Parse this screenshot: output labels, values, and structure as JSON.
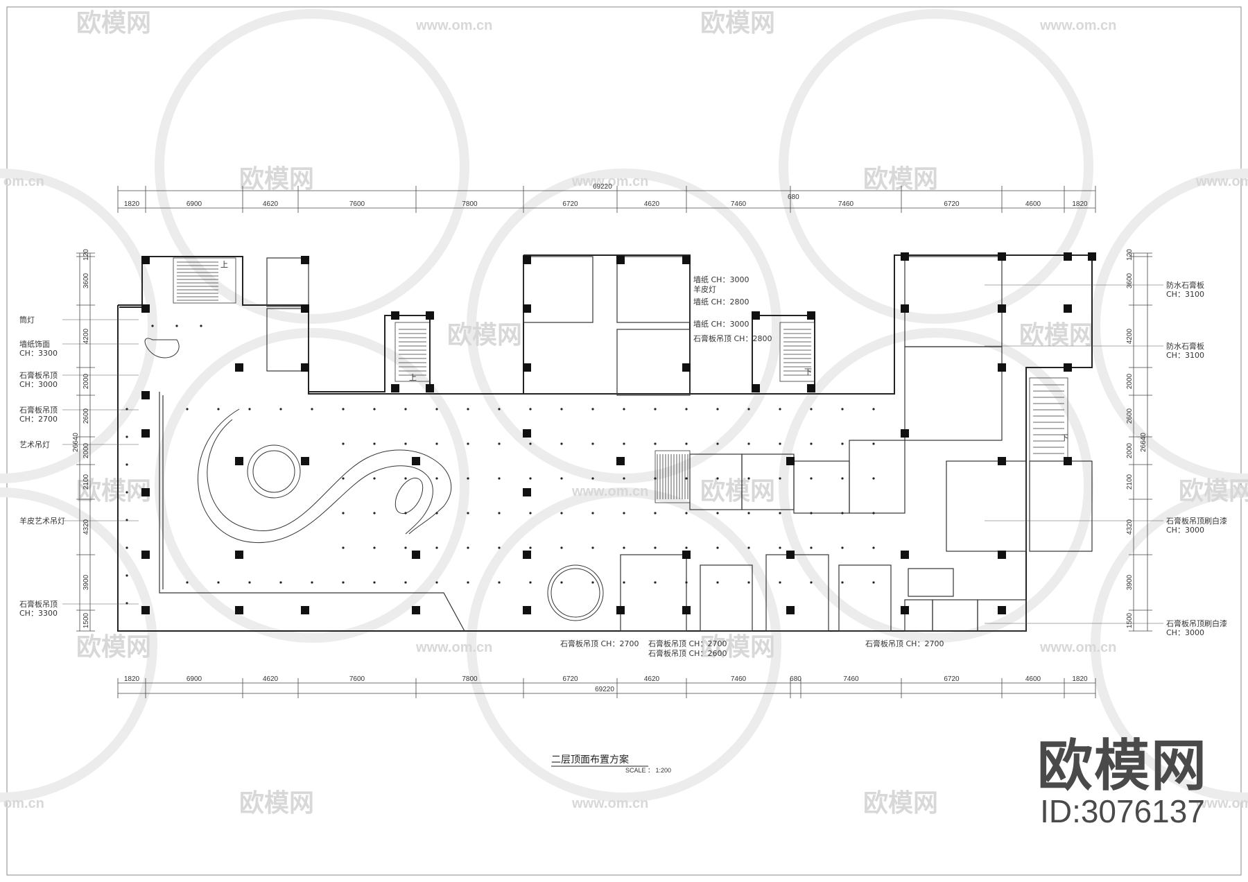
{
  "watermark": {
    "brand": "欧模网",
    "url": "www.om.cn",
    "url_short": "om.cn"
  },
  "dimensions": {
    "top_overall": "69220",
    "top_segments": [
      "1820",
      "6900",
      "4620",
      "7600",
      "7800",
      "6720",
      "4620",
      "7460",
      "7460",
      "6720",
      "4600",
      "1820"
    ],
    "top_mid": "680",
    "bottom_overall": "69220",
    "bottom_segments": [
      "1820",
      "6900",
      "4620",
      "7600",
      "7800",
      "6720",
      "4620",
      "7460",
      "680",
      "7460",
      "6720",
      "4600",
      "1820"
    ],
    "left_overall": "26640",
    "left_segments": [
      "120",
      "3600",
      "4200",
      "2000",
      "2600",
      "2000",
      "2100",
      "4320",
      "3900",
      "1500"
    ],
    "right_overall": "26640",
    "right_segments": [
      "120",
      "3600",
      "4200",
      "2000",
      "2600",
      "2000",
      "2100",
      "4320",
      "3900",
      "1500"
    ]
  },
  "labels": {
    "left": [
      [
        "筒灯"
      ],
      [
        "墙纸饰面",
        "CH：3300"
      ],
      [
        "石膏板吊顶",
        "CH：3000"
      ],
      [
        "石膏板吊顶",
        "CH：2700"
      ],
      [
        "艺术吊灯"
      ],
      [
        "羊皮艺术吊灯"
      ],
      [
        "石膏板吊顶",
        "CH：3300"
      ]
    ],
    "right": [
      [
        "防水石膏板",
        "CH：3100"
      ],
      [
        "防水石膏板",
        "CH：3100"
      ],
      [
        "石膏板吊顶刷白漆",
        "CH：3000"
      ],
      [
        "石膏板吊顶刷白漆",
        "CH：3000"
      ]
    ],
    "center_top": [
      "墙纸  CH：3000",
      "羊皮灯",
      "墙纸  CH：2800",
      "墙纸  CH：3000",
      "石膏板吊顶  CH：2800"
    ],
    "bottom": [
      "石膏板吊顶  CH：2700",
      "石膏板吊顶  CH：2700",
      "石膏板吊顶  CH：2600",
      "石膏板吊顶  CH：2700"
    ]
  },
  "plan_title": "二层顶面布置方案",
  "scale_label": "SCALE ：  1:200",
  "stair_marks": [
    "上",
    "上",
    "下",
    "下"
  ],
  "brand_block": {
    "name": "欧模网",
    "id": "ID:3076137"
  }
}
